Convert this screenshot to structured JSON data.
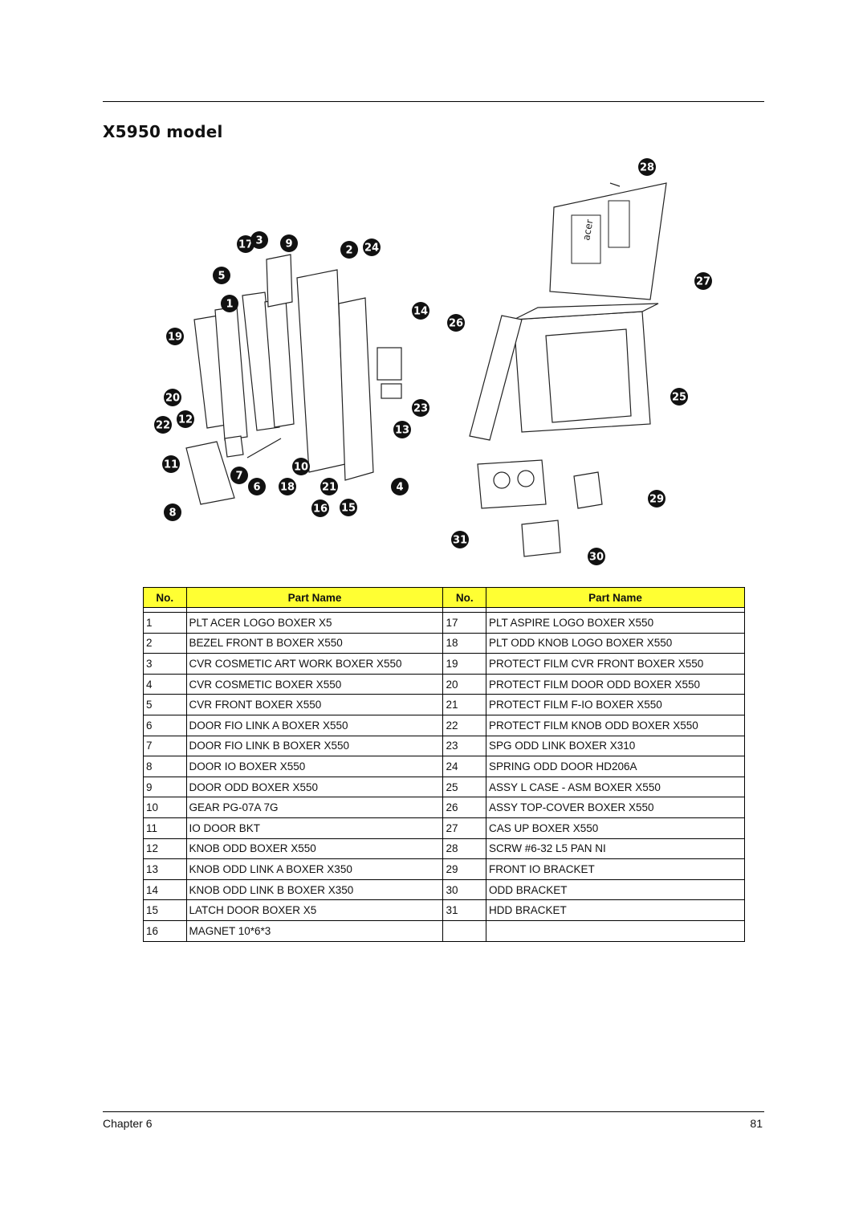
{
  "title": "X5950 model",
  "diagram": {
    "callouts": [
      "28",
      "17",
      "3",
      "9",
      "2",
      "24",
      "5",
      "27",
      "1",
      "14",
      "26",
      "19",
      "25",
      "20",
      "23",
      "22",
      "12",
      "13",
      "11",
      "10",
      "7",
      "6",
      "18",
      "21",
      "4",
      "29",
      "8",
      "16",
      "15",
      "31",
      "30"
    ],
    "logo_text": "acer"
  },
  "table": {
    "headers": [
      "No.",
      "Part Name",
      "No.",
      "Part Name"
    ],
    "rows": [
      {
        "no1": "1",
        "name1": "PLT ACER LOGO BOXER X5",
        "no2": "17",
        "name2": "PLT ASPIRE LOGO BOXER X550"
      },
      {
        "no1": "2",
        "name1": "BEZEL FRONT B BOXER X550",
        "no2": "18",
        "name2": "PLT ODD KNOB LOGO BOXER X550"
      },
      {
        "no1": "3",
        "name1": "CVR COSMETIC ART WORK BOXER X550",
        "no2": "19",
        "name2": "PROTECT FILM CVR FRONT BOXER X550"
      },
      {
        "no1": "4",
        "name1": "CVR COSMETIC BOXER X550",
        "no2": "20",
        "name2": "PROTECT FILM DOOR ODD BOXER X550"
      },
      {
        "no1": "5",
        "name1": "CVR FRONT BOXER X550",
        "no2": "21",
        "name2": "PROTECT FILM F-IO BOXER X550"
      },
      {
        "no1": "6",
        "name1": "DOOR FIO LINK A BOXER X550",
        "no2": "22",
        "name2": "PROTECT FILM KNOB ODD BOXER X550"
      },
      {
        "no1": "7",
        "name1": "DOOR FIO LINK B BOXER X550",
        "no2": "23",
        "name2": "SPG ODD LINK BOXER X310"
      },
      {
        "no1": "8",
        "name1": "DOOR IO BOXER X550",
        "no2": "24",
        "name2": "SPRING ODD DOOR HD206A"
      },
      {
        "no1": "9",
        "name1": "DOOR ODD BOXER X550",
        "no2": "25",
        "name2": "ASSY L CASE - ASM BOXER X550"
      },
      {
        "no1": "10",
        "name1": "GEAR PG-07A 7G",
        "no2": "26",
        "name2": "ASSY TOP-COVER BOXER X550"
      },
      {
        "no1": "11",
        "name1": "IO DOOR BKT",
        "no2": "27",
        "name2": "CAS UP BOXER X550"
      },
      {
        "no1": "12",
        "name1": "KNOB ODD BOXER X550",
        "no2": "28",
        "name2": "SCRW #6-32 L5 PAN NI"
      },
      {
        "no1": "13",
        "name1": "KNOB ODD LINK A BOXER X350",
        "no2": "29",
        "name2": "FRONT IO BRACKET"
      },
      {
        "no1": "14",
        "name1": "KNOB ODD LINK B BOXER X350",
        "no2": "30",
        "name2": "ODD BRACKET"
      },
      {
        "no1": "15",
        "name1": "LATCH DOOR BOXER X5",
        "no2": "31",
        "name2": "HDD BRACKET"
      },
      {
        "no1": "16",
        "name1": "MAGNET 10*6*3",
        "no2": "",
        "name2": ""
      }
    ]
  },
  "footer": {
    "chapter": "Chapter 6",
    "page": "81"
  },
  "colors": {
    "header_fill": "#ffff33",
    "callout_fill": "#111111"
  }
}
